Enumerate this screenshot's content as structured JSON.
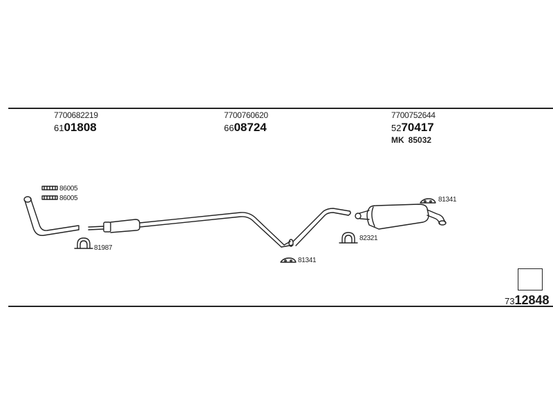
{
  "groups": [
    {
      "oem": "7700682219",
      "prefix": "61",
      "number": "01808"
    },
    {
      "oem": "7700760620",
      "prefix": "66",
      "number": "08724"
    },
    {
      "oem": "7700752644",
      "prefix": "52",
      "number": "70417",
      "kit_label": "MK",
      "kit_number": "85032"
    }
  ],
  "labels": {
    "gasket_a": "86005",
    "gasket_b": "86005",
    "clamp_front": "81987",
    "hanger_middle": "81341",
    "clamp_rear": "82321",
    "hanger_rear": "81341"
  },
  "drawing_code": {
    "prefix": "73",
    "number": "12848"
  }
}
